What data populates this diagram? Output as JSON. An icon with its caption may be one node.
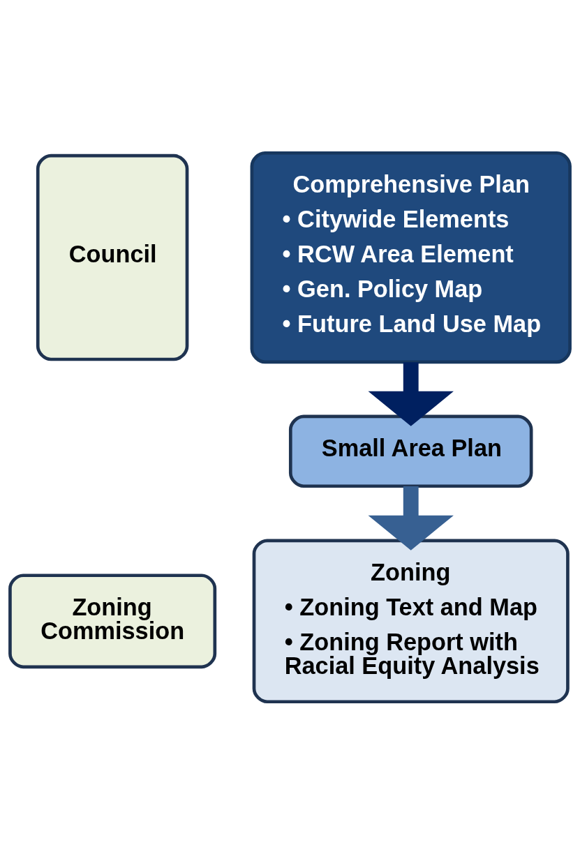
{
  "diagram": {
    "nodes": [
      {
        "text": [
          "Council"
        ]
      },
      {
        "text": [
          "Zoning Commission"
        ]
      },
      {
        "text": [
          "Comprehensive Plan",
          "• Citywide Elements",
          "• RCW Area Element",
          "• Gen. Policy Map",
          "• Future Land Use Map"
        ]
      },
      {
        "text": [
          "Small Area Plan"
        ]
      },
      {
        "text": [
          "Zoning",
          "• Zoning Text and Map",
          "• Zoning Report with Racial Equity Analysis"
        ]
      }
    ],
    "edges": [
      {
        "from": 2,
        "to": 3,
        "arrow": "to",
        "color": "#002060"
      },
      {
        "from": 3,
        "to": 4,
        "arrow": "to",
        "color": "#376092"
      }
    ]
  }
}
